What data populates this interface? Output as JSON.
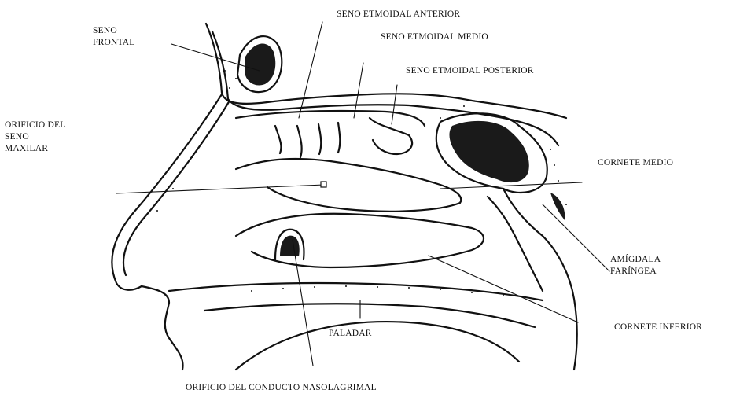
{
  "labels": {
    "seno_frontal": [
      "SENO",
      "FRONTAL"
    ],
    "seno_etmoidal_anterior": "SENO ETMOIDAL ANTERIOR",
    "seno_etmoidal_medio": "SENO ETMOIDAL MEDIO",
    "seno_etmoidal_posterior": "SENO ETMOIDAL POSTERIOR",
    "orificio_seno_maxilar": [
      "ORIFICIO DEL",
      "SENO",
      "MAXILAR"
    ],
    "cornete_medio": "CORNETE MEDIO",
    "amigdala_faringea": [
      "AMÍGDALA",
      "FARÍNGEA"
    ],
    "cornete_inferior": "CORNETE INFERIOR",
    "paladar": "PALADAR",
    "orificio_conducto_nasolagrimal": "ORIFICIO DEL CONDUCTO NASOLAGRIMAL"
  },
  "colors": {
    "ink": "#111111",
    "fill_dark": "#1a1a1a",
    "paper": "#ffffff"
  }
}
